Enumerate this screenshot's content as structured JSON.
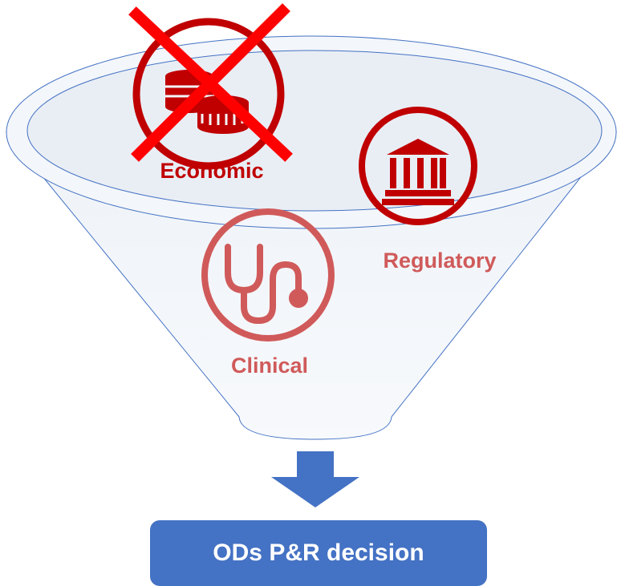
{
  "factors": {
    "economic": {
      "label": "Economic",
      "icon": "coins-icon",
      "crossed_out": true
    },
    "regulatory": {
      "label": "Regulatory",
      "icon": "bank-building-icon"
    },
    "clinical": {
      "label": "Clinical",
      "icon": "stethoscope-icon"
    }
  },
  "outcome": {
    "label": "ODs P&R decision"
  },
  "colors": {
    "factor_red": "#c00000",
    "cross_red": "#ff0000",
    "arrow_blue": "#4472c4",
    "funnel_outline": "#4472c4"
  }
}
